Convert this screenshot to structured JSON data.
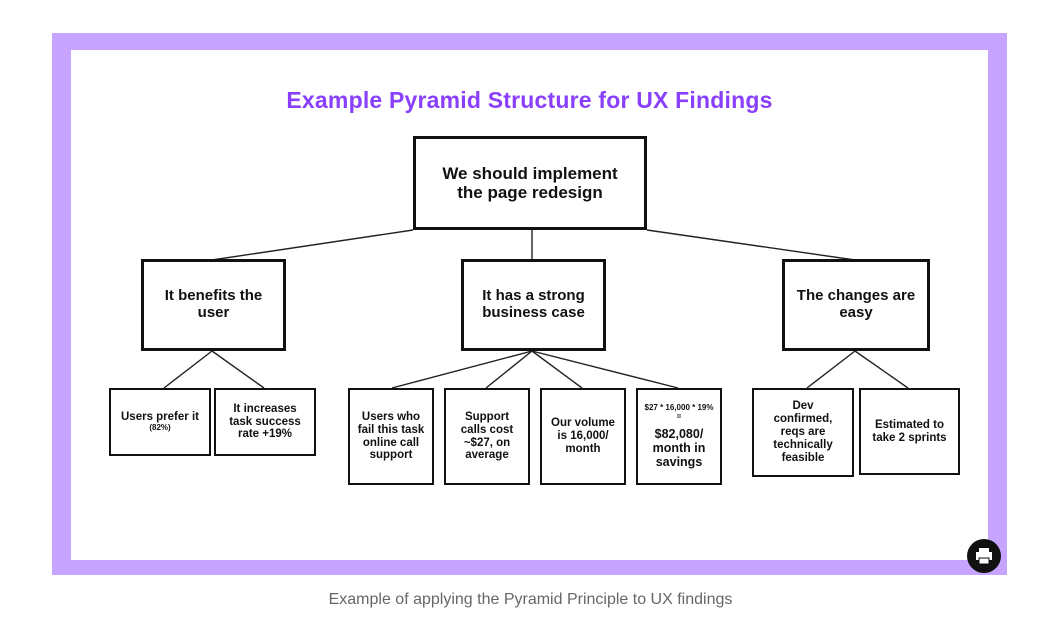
{
  "title": "Example Pyramid Structure for UX Findings",
  "root": "We should implement the page redesign",
  "branches": [
    {
      "label": "It benefits the user",
      "leaves": [
        {
          "text": "Users prefer it",
          "sub": "(82%)"
        },
        {
          "text": "It increases task success rate +19%"
        }
      ]
    },
    {
      "label": "It has a strong business case",
      "leaves": [
        {
          "text": "Users who fail this task online call support"
        },
        {
          "text": "Support calls cost ~$27, on average"
        },
        {
          "text": "Our volume is 16,000/ month"
        },
        {
          "text": "$27 * 16,000 * 19% =",
          "big": "$82,080/ month in savings"
        }
      ]
    },
    {
      "label": "The changes are easy",
      "leaves": [
        {
          "text": "Dev confirmed, reqs are technically feasible"
        },
        {
          "text": "Estimated to take 2 sprints"
        }
      ]
    }
  ],
  "caption": "Example of applying the Pyramid Principle to UX findings",
  "colors": {
    "frame": "#c7a4ff",
    "title": "#8a3ffc"
  },
  "icons": {
    "logo": "printer-logo-icon"
  }
}
